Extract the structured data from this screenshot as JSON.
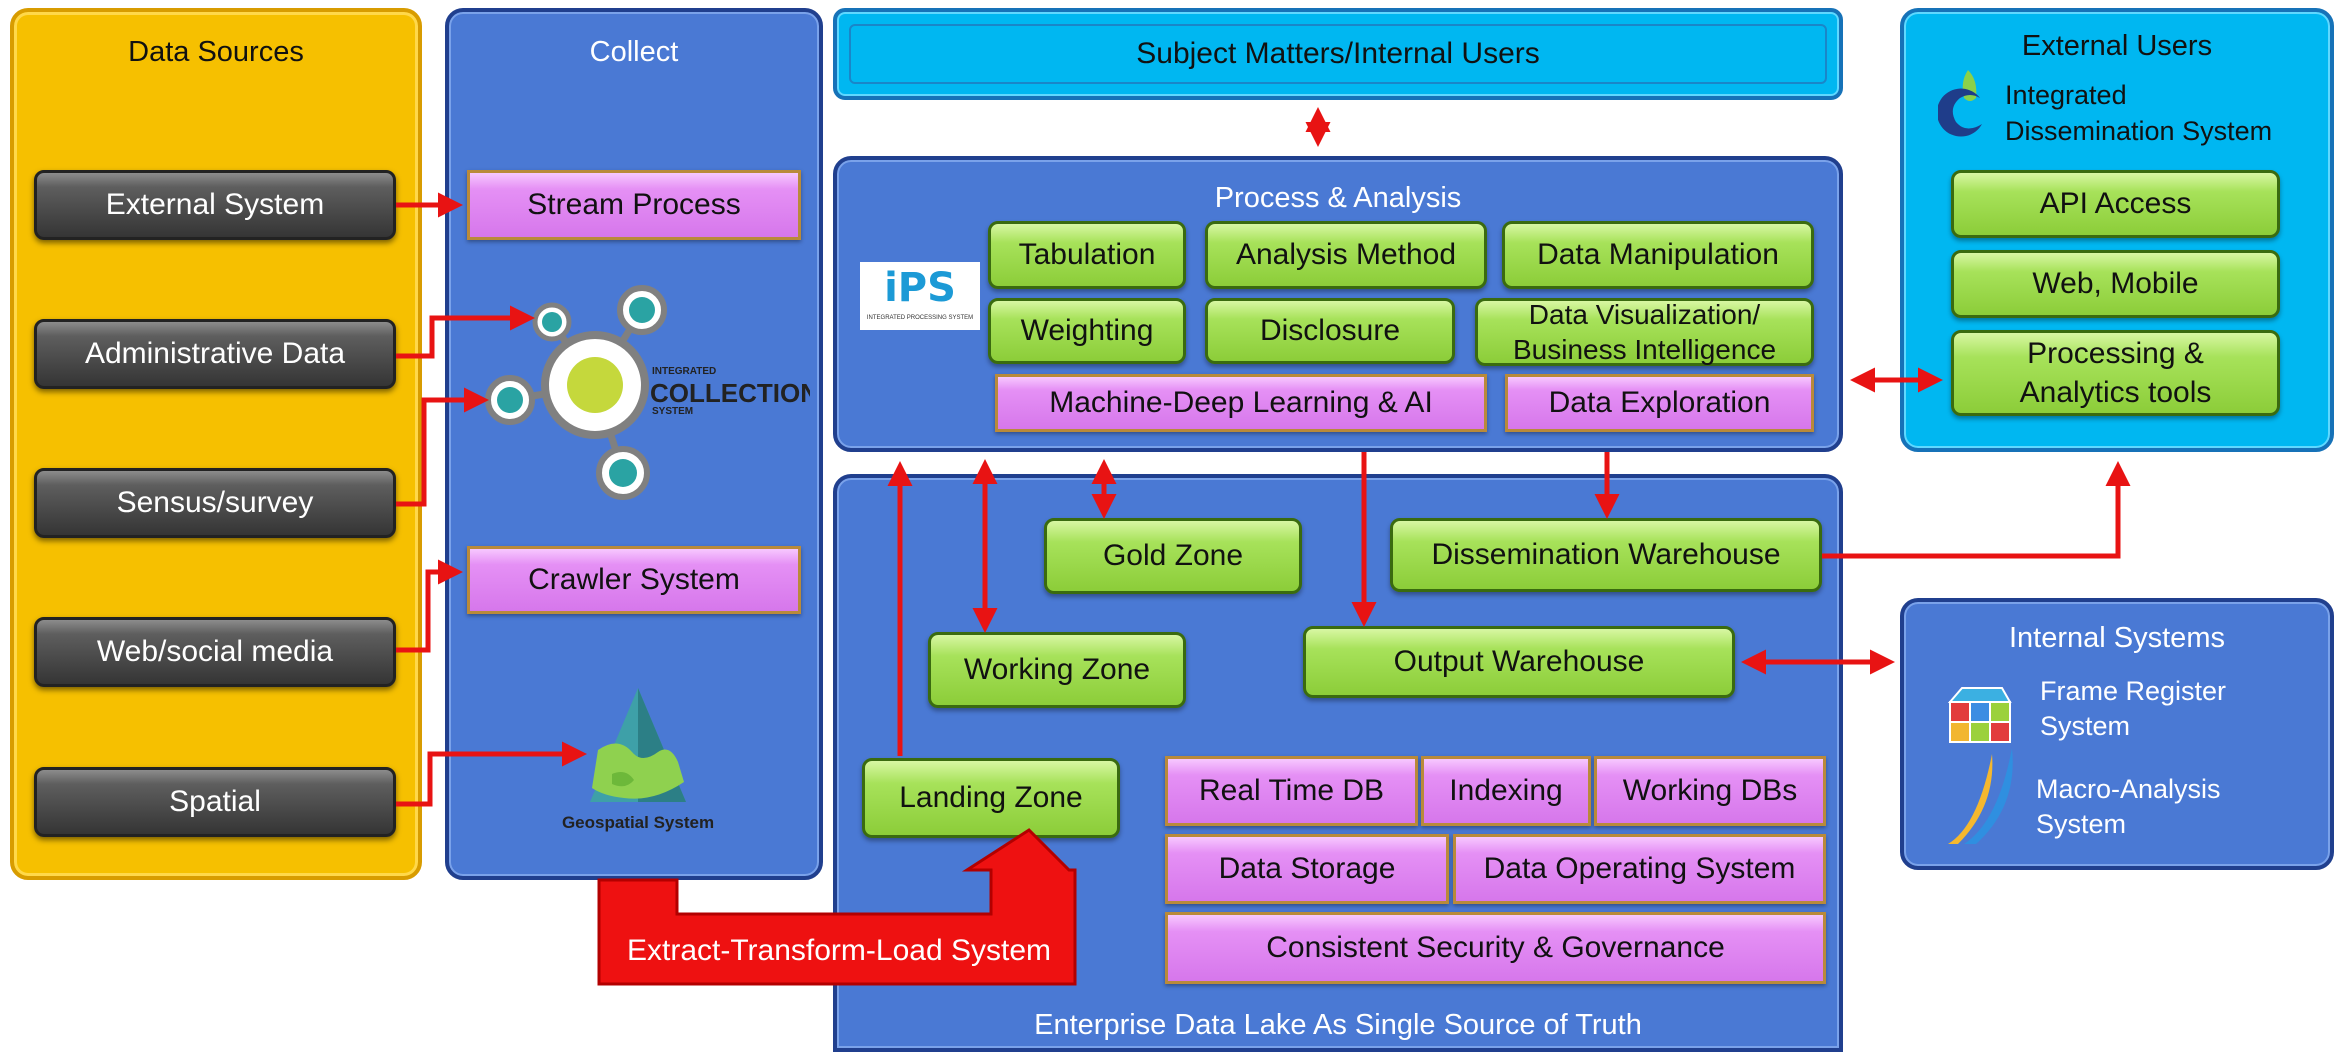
{
  "data_sources": {
    "title": "Data Sources",
    "items": [
      "External System",
      "Administrative Data",
      "Sensus/survey",
      "Web/social media",
      "Spatial"
    ]
  },
  "collect": {
    "title": "Collect",
    "stream_process": "Stream Process",
    "crawler_system": "Crawler System",
    "collection_logo": {
      "line1": "INTEGRATED",
      "line2": "COLLECTION",
      "line3": "SYSTEM"
    },
    "geospatial_logo": "Geospatial System"
  },
  "subject_matters": "Subject Matters/Internal Users",
  "process_analysis": {
    "title": "Process & Analysis",
    "ips_logo": "iPS",
    "ips_sub": "INTEGRATED PROCESSING SYSTEM",
    "row1": [
      "Tabulation",
      "Analysis Method",
      "Data Manipulation"
    ],
    "row2": [
      "Weighting",
      "Disclosure"
    ],
    "data_visualization": {
      "line1": "Data Visualization/",
      "line2": "Business Intelligence"
    },
    "ml_ai": "Machine-Deep Learning & AI",
    "data_exploration": "Data Exploration"
  },
  "external_users": {
    "title": "External Users",
    "ids_line1": "Integrated",
    "ids_line2": "Dissemination System",
    "api_access": "API Access",
    "web_mobile": "Web, Mobile",
    "processing_line1": "Processing &",
    "processing_line2": "Analytics tools"
  },
  "data_lake": {
    "footer": "Enterprise Data Lake As Single Source of Truth",
    "gold_zone": "Gold Zone",
    "working_zone": "Working Zone",
    "landing_zone": "Landing Zone",
    "dissemination_warehouse": "Dissemination Warehouse",
    "output_warehouse": "Output Warehouse",
    "row_a": [
      "Real Time DB",
      "Indexing",
      "Working DBs"
    ],
    "row_b": [
      "Data Storage",
      "Data Operating System"
    ],
    "security": "Consistent Security & Governance"
  },
  "etl": "Extract-Transform-Load System",
  "internal_systems": {
    "title": "Internal Systems",
    "frame_line1": "Frame Register",
    "frame_line2": "System",
    "macro_line1": "Macro-Analysis",
    "macro_line2": "System"
  },
  "colors": {
    "arrow": "#e81313",
    "source_panel": "#f6c000",
    "blue_panel": "#4a79d4",
    "cyan_panel": "#00b7f1",
    "green_box": "#9cd84a",
    "pink_box": "#e08af2",
    "gray_box": "#4a4a4a"
  }
}
